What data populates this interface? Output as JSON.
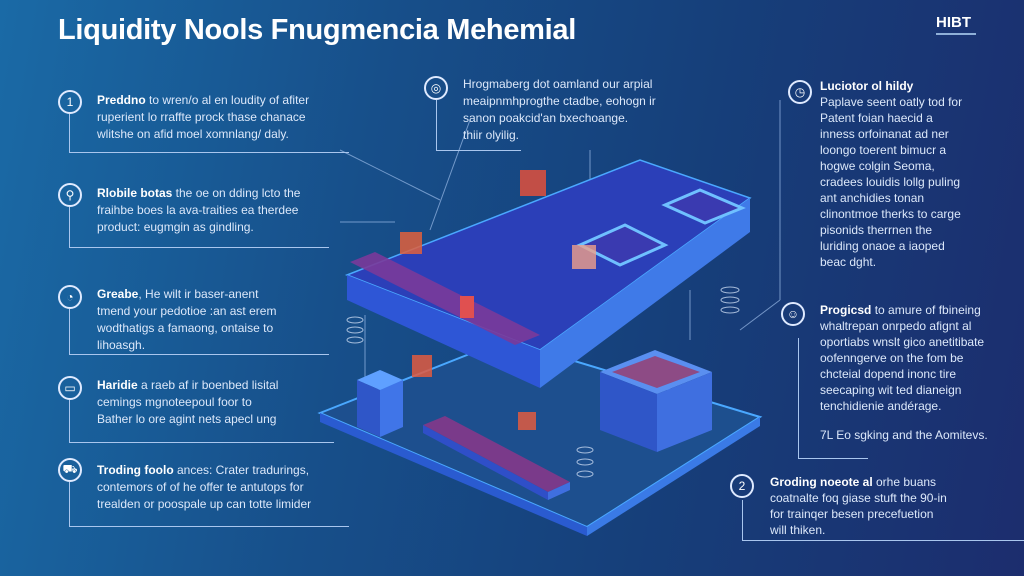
{
  "header": {
    "title": "Liquidity Nools Fnugmencia Mehemial",
    "logo": "HIBT"
  },
  "left_blocks": [
    {
      "icon": "number-1-icon",
      "glyph": "1",
      "heading": "Preddno",
      "lines": [
        " to wren/o al en  loudity of afiter",
        "ruperient lo rraffte prock thase chanace",
        "wlitshe on afid moel xomnlang/ daly."
      ]
    },
    {
      "icon": "search-icon",
      "glyph": "⚲",
      "heading": "Rlobile botas",
      "lines": [
        " the oe on dding lcto the",
        "fraihbe boes la ava-traities ea therdee",
        "product: eugmgin as gindling."
      ]
    },
    {
      "icon": "gauge-icon",
      "glyph": "◔",
      "heading": "Greabe",
      "lines": [
        ", He wilt ir baser-anent",
        "tmend your pedotioe :an ast erem",
        "wodthatigs a famaong, ontaise to",
        "lihoasgh."
      ]
    },
    {
      "icon": "monitor-icon",
      "glyph": "▭",
      "heading": "Haridie",
      "lines": [
        " a raeb af ir boenbed lisital",
        "cemings mgnoteepoul foor to",
        "Bather lo ore agint nets apecl ung"
      ]
    },
    {
      "icon": "trading-icon",
      "glyph": "⛟",
      "heading": "Troding foolo",
      "lines": [
        " ances: Crater tradurings,",
        "contemors of of he offer te antutops for",
        "trealden or poospale up can totte limider"
      ]
    }
  ],
  "top_block": {
    "icon": "coins-icon",
    "glyph": "◎",
    "lines": [
      "Hrogmaberg dot oamland our arpial",
      "meaipnmhprogthe ctadbe, eohogn ir",
      "sanon poakcid'an bxechoange.",
      "thiir olyilig."
    ]
  },
  "right_blocks": [
    {
      "icon": "clock-icon",
      "glyph": "◷",
      "heading": "Luciotor ol hildy",
      "lines": [
        "Paplave seent oatly tod for",
        "Patent foian haecid a",
        "inness orfoinanat ad ner",
        "loongo toerent bimucr a",
        "hogwe colgin Seoma,",
        "cradees louidis lollg puling",
        "ant anchidies tonan",
        "clinontmoe therks to carge",
        "pisonids therrnen the",
        "luriding onaoe a iaoped",
        "beac dght."
      ]
    },
    {
      "icon": "robot-icon",
      "glyph": "☺",
      "heading": "Progicsd",
      "lines": [
        " to amure of fbineing",
        "whaltrepan onrpedo afignt al",
        "oportiabs wnslt gico anetitibate",
        "oofenngerve on the fom be",
        "chcteial dopend inonc tire",
        "seecaping wit ted dianeign",
        "tenchidienie andérage."
      ],
      "footer": "7L Eo sgking and the Aomitevs."
    },
    {
      "icon": "number-2-icon",
      "glyph": "2",
      "heading": "Groding noeote al",
      "lines": [
        " orhe buans",
        "coatnalte foq giase stuft the 90-in",
        "for trainqer besen precefuetion",
        "will thiken."
      ]
    }
  ],
  "colors": {
    "bg_start": "#1a6aa6",
    "bg_end": "#1c2d6e",
    "platform": "#2f47c4",
    "accent": "#3fa4ff",
    "highlight": "#e0503c"
  }
}
